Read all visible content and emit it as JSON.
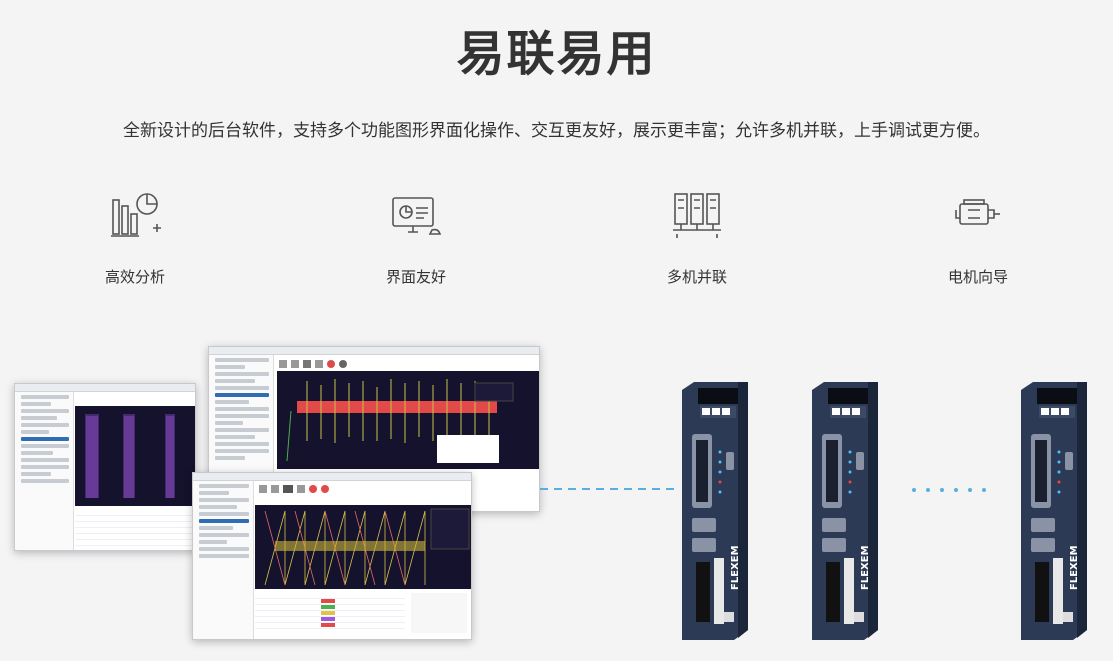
{
  "title": "易联易用",
  "subtitle": "全新设计的后台软件，支持多个功能图形界面化操作、交互更友好，展示更丰富；允许多机并联，上手调试更方便。",
  "features": [
    {
      "label": "高效分析",
      "icon": "analysis-chart-icon"
    },
    {
      "label": "界面友好",
      "icon": "monitor-ui-icon"
    },
    {
      "label": "多机并联",
      "icon": "multi-servers-icon"
    },
    {
      "label": "电机向导",
      "icon": "motor-icon"
    }
  ],
  "drive": {
    "brand": "FLEXEM"
  },
  "colors": {
    "accent": "#5aaee0",
    "drive_body": "#2c3a55",
    "title": "#333333"
  }
}
